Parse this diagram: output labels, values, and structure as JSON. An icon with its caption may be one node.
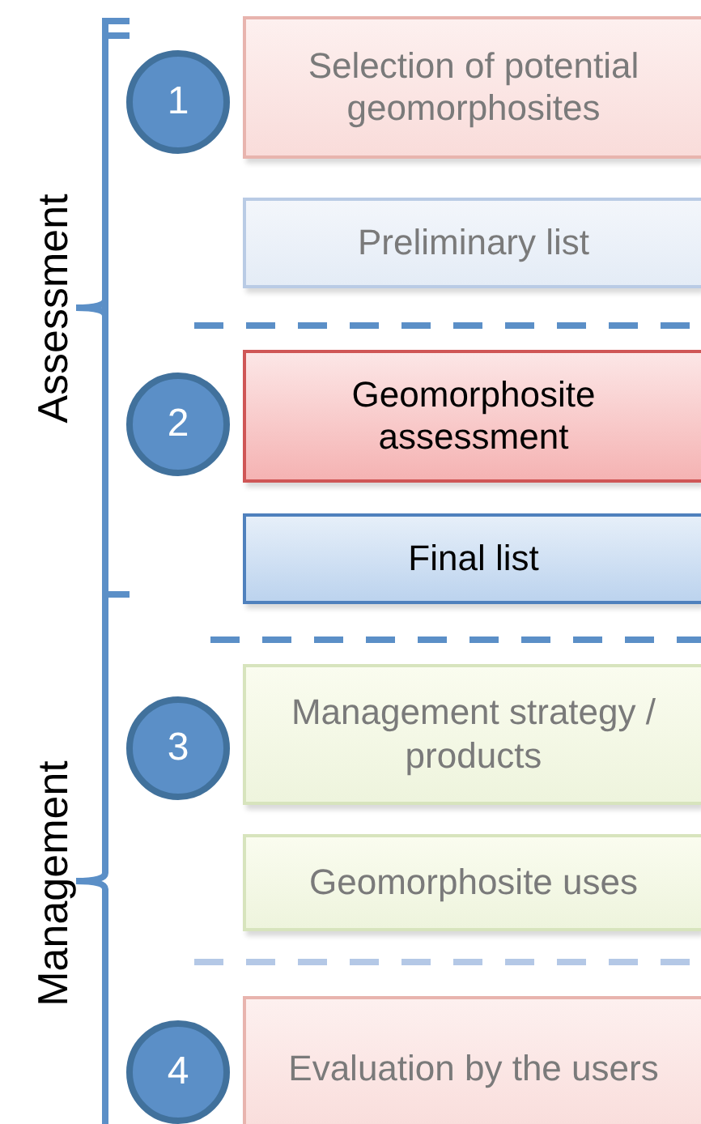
{
  "diagram": {
    "nodes": [
      {
        "text": [
          "1"
        ]
      },
      {
        "text": [
          "Selection of potential geomorphosites"
        ]
      },
      {
        "text": [
          "Preliminary list"
        ]
      },
      {
        "text": [
          "2"
        ]
      },
      {
        "text": [
          "Geomorphosite assessment"
        ]
      },
      {
        "text": [
          "Final list"
        ]
      },
      {
        "text": [
          "3"
        ]
      },
      {
        "text": [
          "Management strategy / products"
        ]
      },
      {
        "text": [
          "Geomorphosite uses"
        ]
      },
      {
        "text": [
          "4"
        ]
      },
      {
        "text": [
          "Evaluation by the users"
        ]
      }
    ],
    "labels": [
      "Assessment",
      "Management"
    ]
  }
}
